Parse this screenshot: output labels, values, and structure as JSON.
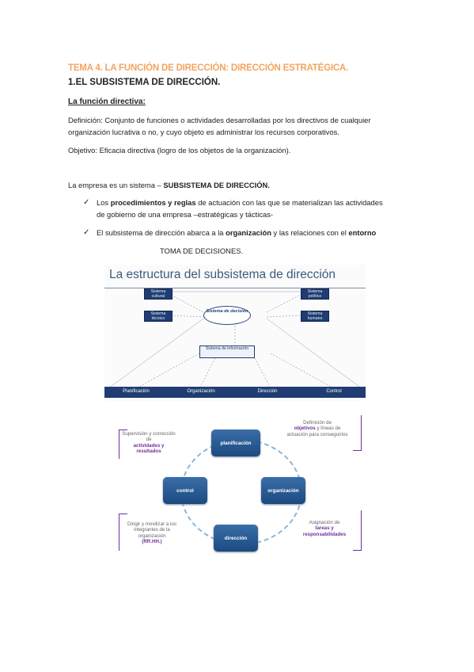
{
  "doc": {
    "title": "TEMA 4. LA FUNCIÓN DE DIRECCIÓN: DIRECCIÓN ESTRATÉGICA.",
    "section": "1.EL SUBSISTEMA DE DIRECCIÓN.",
    "subsection": "La función directiva:",
    "definition_line1": "Definición: Conjunto de funciones o actividades desarrolladas por los directivos de cualquier",
    "definition_line2": "organización lucrativa o no, y cuyo objeto es administrar los recursos corporativos.",
    "objective": "Objetivo: Eficacia directiva (logro de los objetos de la organización).",
    "system_prefix": "La empresa es un sistema – ",
    "system_bold": "SUBSISTEMA DE DIRECCIÓN.",
    "bullet1_pre": "Los ",
    "bullet1_bold": "procedimientos y reglas",
    "bullet1_post": " de actuación con las que se materializan las actividades",
    "bullet1_line2": "de gobierno de una empresa –estratégicas y tácticas-",
    "bullet2_pre": "El subsistema de dirección abarca a la ",
    "bullet2_bold1": "organización",
    "bullet2_mid": " y las relaciones con el ",
    "bullet2_bold2": "entorno",
    "decision_label": "TOMA DE DECISIONES.",
    "check_mark": "✓"
  },
  "diagram1": {
    "title": "La estructura del subsistema de dirección",
    "box_cultural": "Sistema cultural",
    "box_politico": "Sistema político",
    "box_tecnico": "Sistema técnico",
    "box_humano": "Sistema humano",
    "center": "Sistema de decisión",
    "info": "Sistema de información",
    "bars": [
      "Planificación",
      "Organización",
      "Dirección",
      "Control"
    ]
  },
  "diagram2": {
    "nodes": {
      "planificacion": "planificación",
      "organizacion": "organización",
      "direccion": "dirección",
      "control": "control"
    },
    "note_tl_grey": "Supervisión y corrección de",
    "note_tl_bold": "actividades y resultados",
    "note_tr_pre": "Definición de",
    "note_tr_bold": "objetivos",
    "note_tr_post": "y líneas de actuación para conseguirlos",
    "note_bl_grey": "Dirigir y movilizar a los integrantes de la organización",
    "note_bl_bold": "(RR.HH.)",
    "note_br_grey": "Asignación de",
    "note_br_bold": "tareas y responsabilidades"
  },
  "colors": {
    "title_orange": "#f4a460",
    "navy": "#1f3d72",
    "purple": "#7030a0"
  }
}
